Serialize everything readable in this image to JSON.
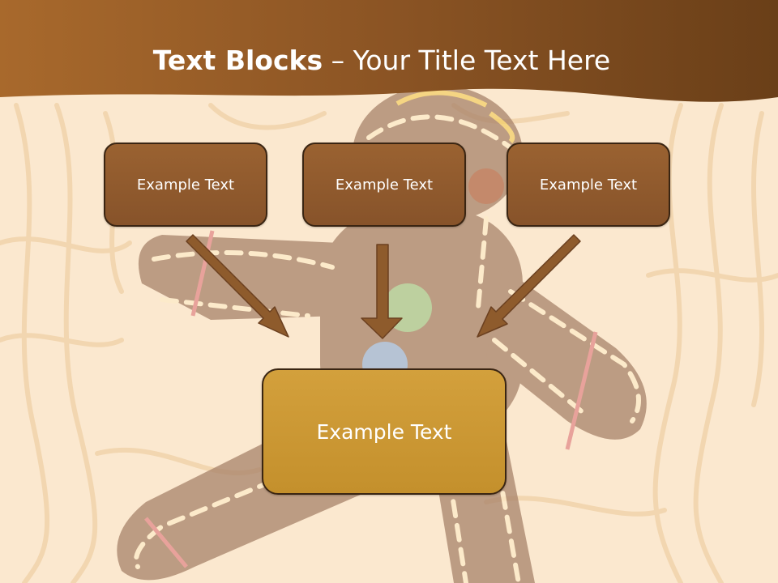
{
  "title": {
    "bold": "Text Blocks",
    "rest": " – Your Title Text Here"
  },
  "boxes": {
    "left": "Example Text",
    "center": "Example Text",
    "right": "Example Text",
    "bottom": "Example Text"
  },
  "colors": {
    "banner": "#8a5424",
    "box_brown": "#8f5a2d",
    "box_gold": "#cc9734",
    "background": "#fbe8cf",
    "arrow": "#8b5a2b"
  }
}
